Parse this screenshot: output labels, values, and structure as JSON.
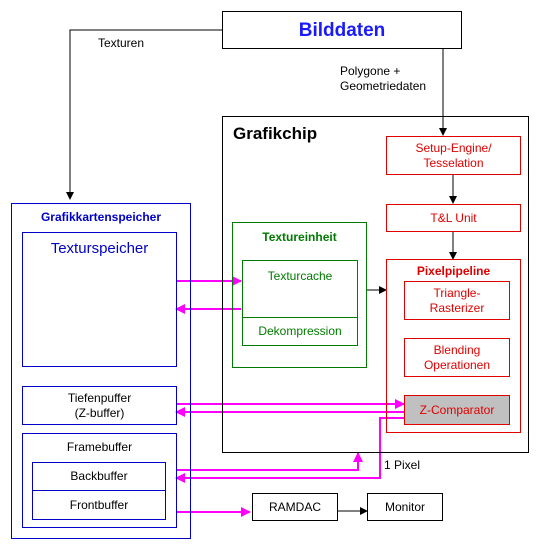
{
  "colors": {
    "black": "#000000",
    "red": "#e00000",
    "green": "#007a00",
    "blue": "#0000c8",
    "magenta": "#ff00ff",
    "title_blue": "#1a1aff",
    "comparator_fill": "#c0c0c0"
  },
  "bilddaten": "Bilddaten",
  "texturen_label": "Texturen",
  "polygone_label": "Polygone +\nGeometriedaten",
  "grafikchip": {
    "title": "Grafikchip",
    "setup_engine": "Setup-Engine/\nTesselation",
    "tl_unit": "T&L Unit",
    "textureinheit": {
      "title": "Textureinheit",
      "texturcache": "Texturcache",
      "dekompression": "Dekompression"
    },
    "pixelpipeline": {
      "title": "Pixelpipeline",
      "triangle_rasterizer": "Triangle-\nRasterizer",
      "blending": "Blending\nOperationen",
      "z_comparator": "Z-Comparator"
    }
  },
  "speicher": {
    "title": "Grafikkartenspeicher",
    "texturspeicher": "Texturspeicher",
    "tiefenpuffer": "Tiefenpuffer\n(Z-buffer)",
    "framebuffer": "Framebuffer",
    "backbuffer": "Backbuffer",
    "frontbuffer": "Frontbuffer"
  },
  "ein_pixel_label": "1 Pixel",
  "ramdac": "RAMDAC",
  "monitor": "Monitor"
}
